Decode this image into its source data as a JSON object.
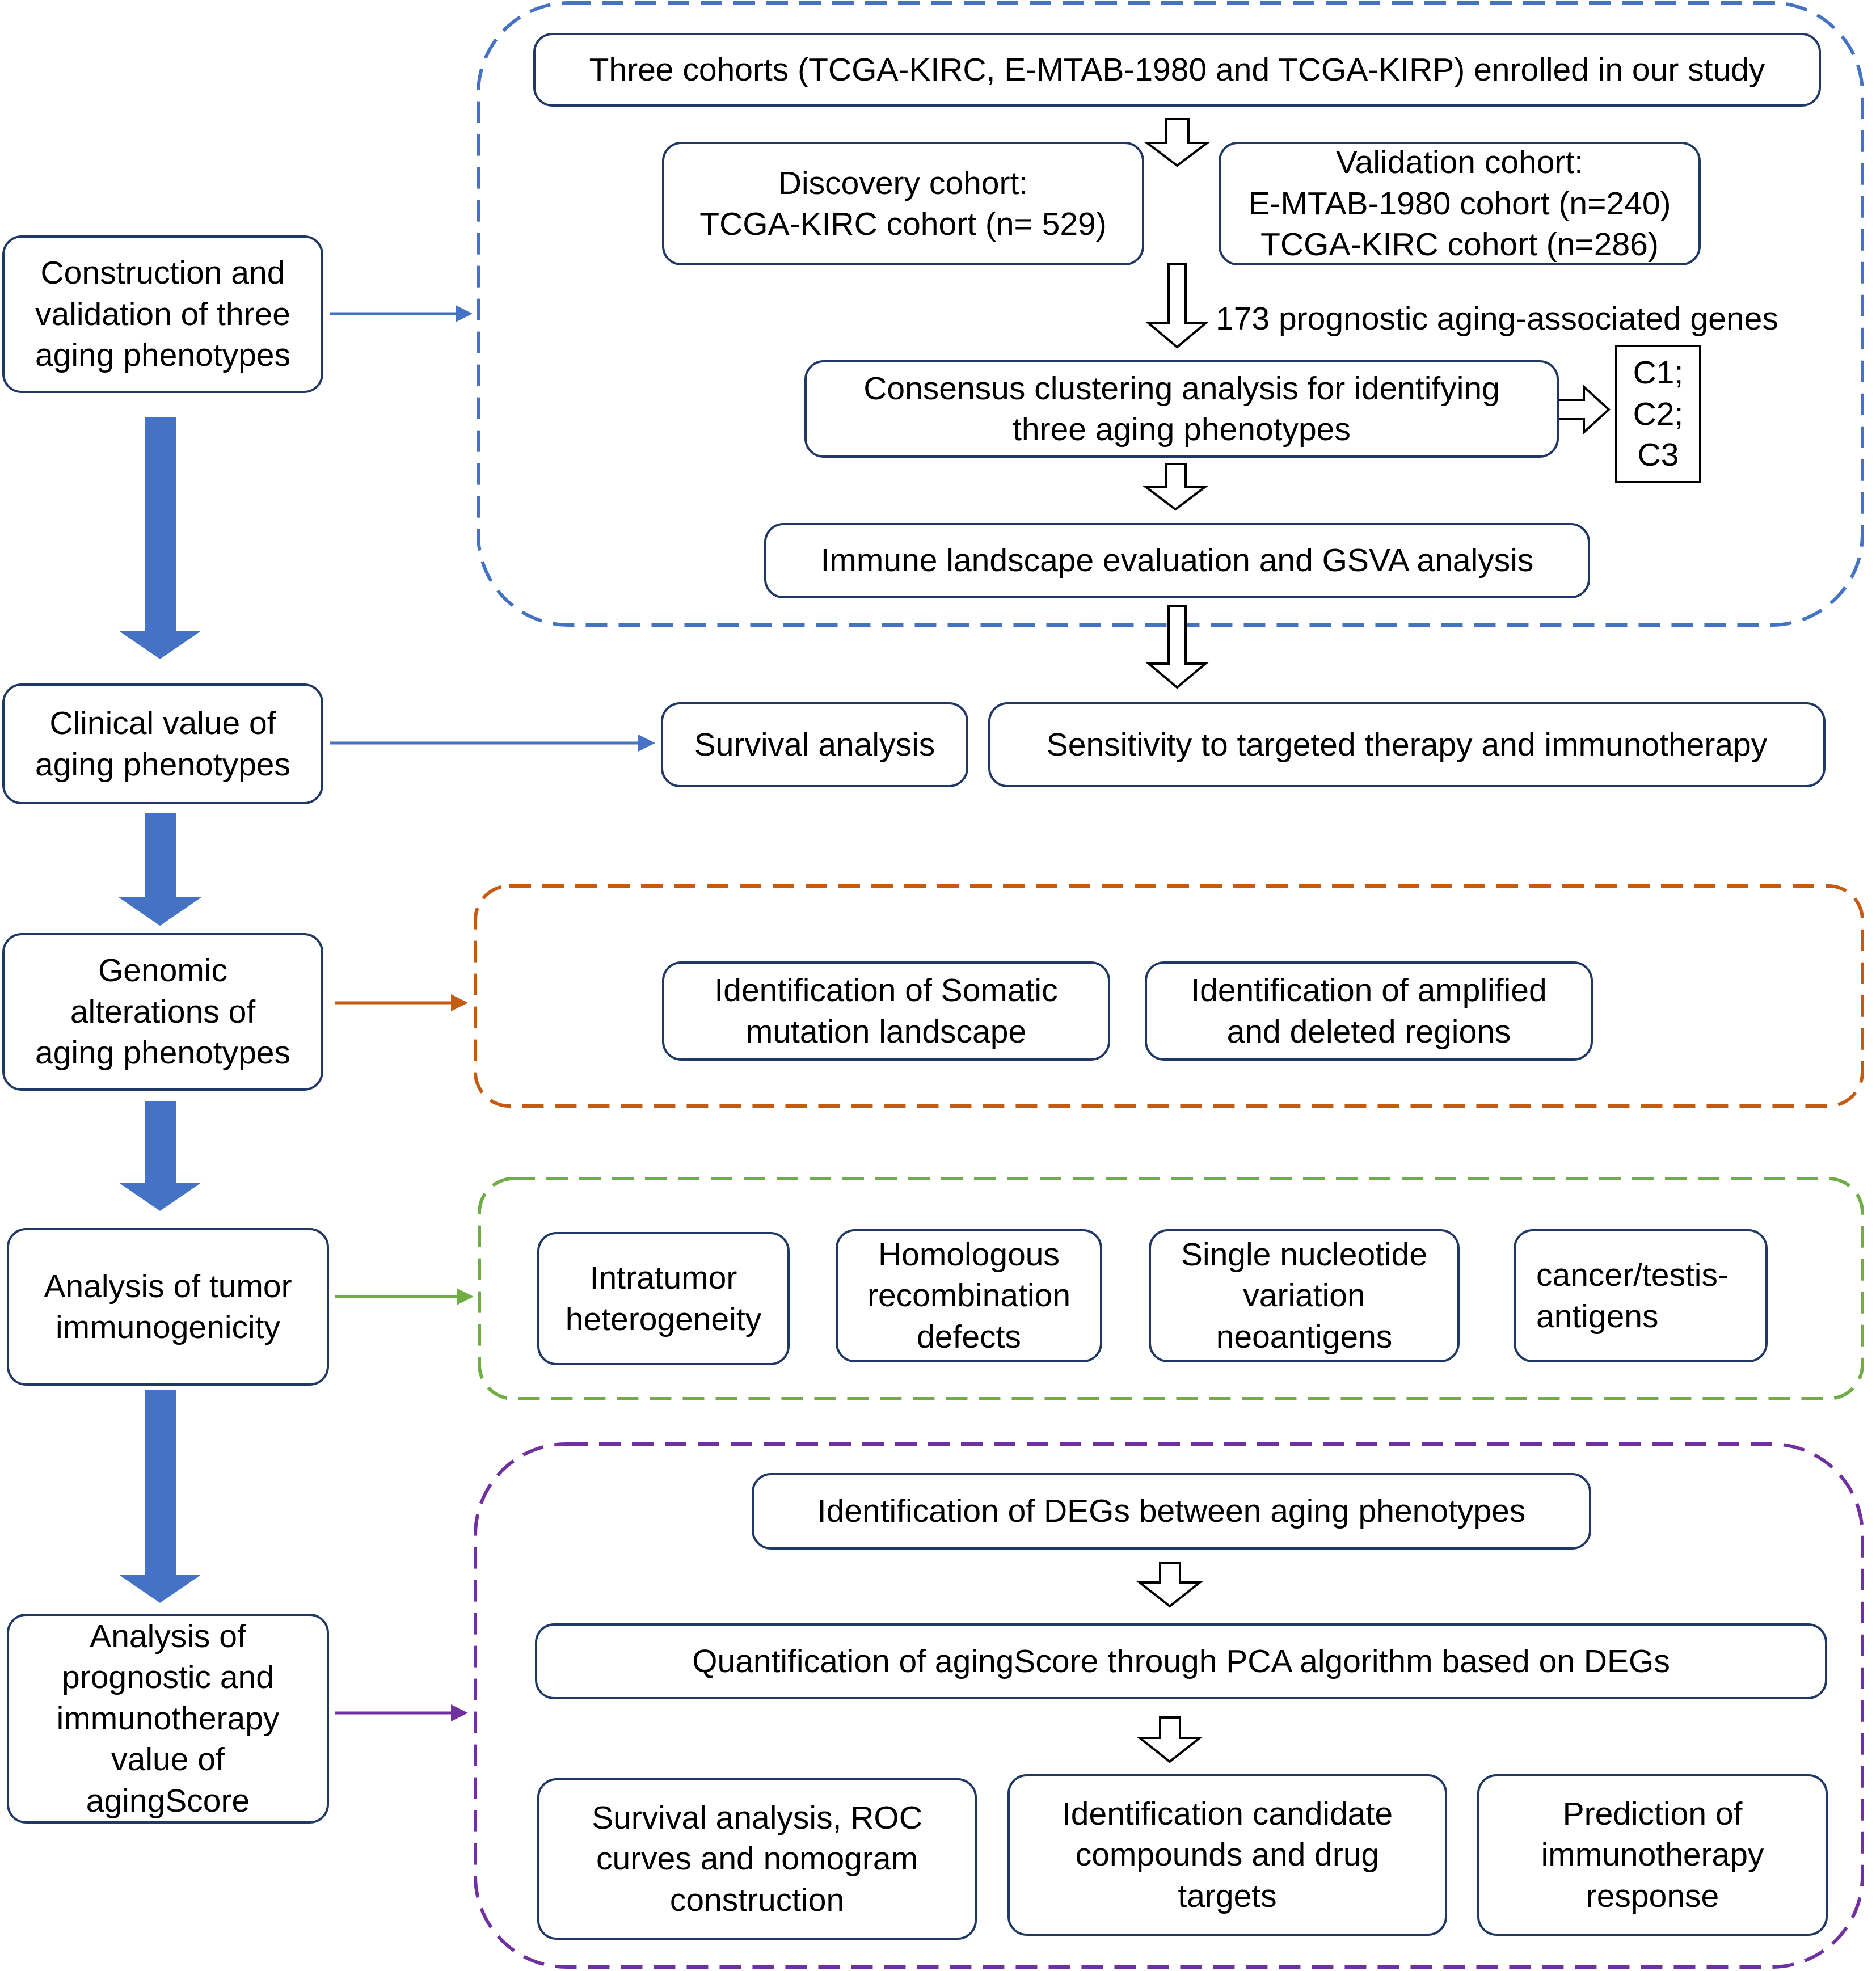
{
  "colors": {
    "box_border": "#1f3864",
    "flow_arrow": "#4472c4",
    "group_construction": "#4472c4",
    "group_genomic": "#c55a11",
    "group_immunogenicity": "#70ad47",
    "group_agingscore": "#7030a0"
  },
  "left_steps": [
    {
      "id": "construction",
      "label": "Construction and\nvalidation of three\naging phenotypes"
    },
    {
      "id": "clinical",
      "label": "Clinical value of\naging phenotypes"
    },
    {
      "id": "genomic",
      "label": "Genomic\nalterations of\naging phenotypes"
    },
    {
      "id": "immunogenicity",
      "label": "Analysis of tumor\nimmunogenicity"
    },
    {
      "id": "agingscore",
      "label": "Analysis of\nprognostic and\nimmunotherapy\nvalue of\nagingScore"
    }
  ],
  "construction": {
    "cohorts": "Three cohorts (TCGA-KIRC, E-MTAB-1980 and TCGA-KIRP) enrolled in our study",
    "discovery": "Discovery cohort:\nTCGA-KIRC cohort (n= 529)",
    "validation": "Validation cohort:\nE-MTAB-1980 cohort (n=240)\nTCGA-KIRC cohort (n=286)",
    "genes_label": "173 prognostic aging-associated genes",
    "consensus": "Consensus clustering analysis for identifying\nthree aging phenotypes",
    "clusters": "C1;\nC2;\nC3",
    "immune": "Immune landscape evaluation and GSVA analysis"
  },
  "clinical": {
    "survival": "Survival analysis",
    "sensitivity": "Sensitivity to targeted therapy and immunotherapy"
  },
  "genomic": {
    "somatic": "Identification of Somatic\nmutation landscape",
    "amplified": "Identification of amplified\nand deleted regions"
  },
  "immunogenicity": {
    "intratumor": "Intratumor\nheterogeneity",
    "homologous": "Homologous\nrecombination\ndefects",
    "snv": "Single nucleotide\nvariation\nneoantigens",
    "cancer_testis": "cancer/testis-\nantigens"
  },
  "agingscore": {
    "degs": "Identification of DEGs between aging phenotypes",
    "quantification": "Quantification of agingScore through PCA algorithm based on DEGs",
    "survival_roc": "Survival analysis, ROC\ncurves and nomogram\nconstruction",
    "compounds": "Identification candidate\ncompounds and drug\ntargets",
    "prediction": "Prediction of\nimmunotherapy\nresponse"
  }
}
